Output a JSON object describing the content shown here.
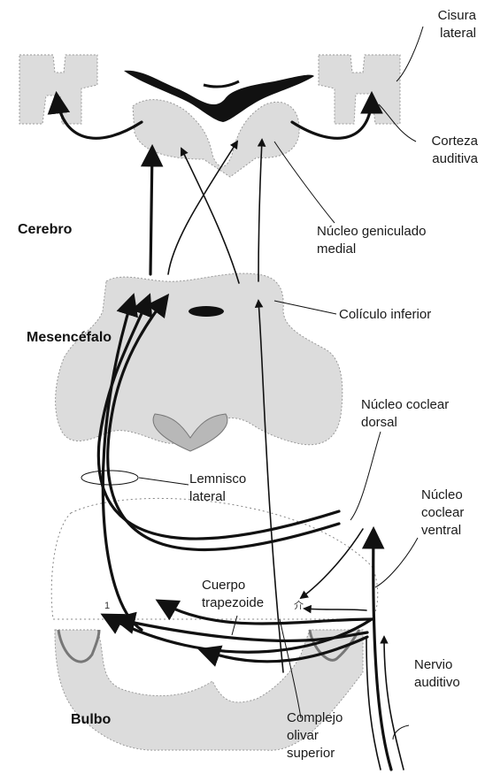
{
  "labels": {
    "cisura_lateral": [
      "Cisura",
      "lateral"
    ],
    "corteza_auditiva": [
      "Corteza",
      "auditiva"
    ],
    "cerebro": "Cerebro",
    "nucleo_geniculado": [
      "Núcleo geniculado",
      "medial"
    ],
    "mesencefalo": "Mesencéfalo",
    "coliculo_inferior": "Colículo inferior",
    "nucleo_coclear_dorsal": [
      "Núcleo coclear",
      "dorsal"
    ],
    "lemnisco_lateral": [
      "Lemnisco",
      "lateral"
    ],
    "nucleo_coclear_ventral": [
      "Núcleo",
      "coclear",
      "ventral"
    ],
    "cuerpo_trapezoide": [
      "Cuerpo",
      "trapezoide"
    ],
    "nervio_auditivo": [
      "Nervio",
      "auditivo"
    ],
    "bulbo": "Bulbo",
    "complejo_olivar": [
      "Complejo",
      "olivar",
      "superior"
    ]
  },
  "colors": {
    "ink": "#111111",
    "tissue": "#dcdcdc",
    "ventricle": "#111111"
  }
}
